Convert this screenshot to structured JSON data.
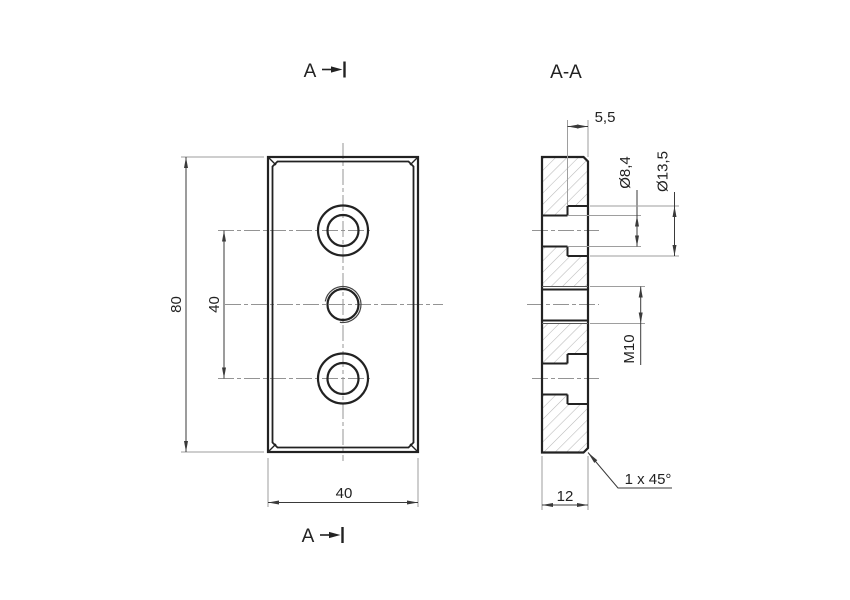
{
  "drawing": {
    "section_mark_label": "A",
    "section_view_title": "A-A",
    "front_view": {
      "height_dim": "80",
      "hole_spacing_dim": "40",
      "width_dim": "40"
    },
    "section_view": {
      "counterbore_depth_dim": "5,5",
      "hole_diameter_dim": "Ø8,4",
      "counterbore_diameter_dim": "Ø13,5",
      "thread_dim": "M10",
      "thickness_dim": "12",
      "chamfer_note": "1 x 45°"
    },
    "colors": {
      "outline": "#222222",
      "dimension": "#3a3a3a",
      "extension": "#9e9e9e",
      "centerline": "#949494",
      "hatch": "#b8b8b8",
      "background": "#ffffff"
    }
  }
}
